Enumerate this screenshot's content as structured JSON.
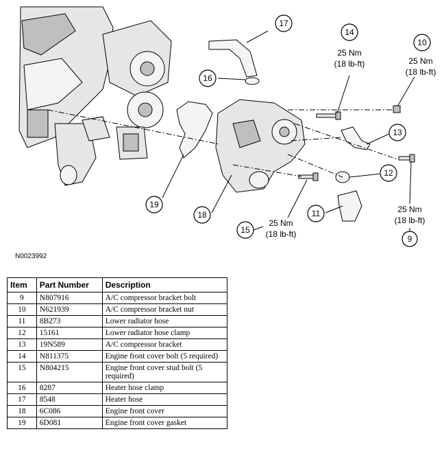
{
  "figure_id": "N0023992",
  "callouts": {
    "c9": "9",
    "c10": "10",
    "c11": "11",
    "c12": "12",
    "c13": "13",
    "c14": "14",
    "c15": "15",
    "c16": "16",
    "c17": "17",
    "c18": "18",
    "c19": "19"
  },
  "torques": {
    "t14_nm": "25 Nm",
    "t14_lb": "(18 lb-ft)",
    "t10_nm": "25 Nm",
    "t10_lb": "(18 lb-ft)",
    "t9_nm": "25 Nm",
    "t9_lb": "(18 lb-ft)",
    "t15_nm": "25 Nm",
    "t15_lb": "(18 lb-ft)"
  },
  "table": {
    "headers": {
      "item": "Item",
      "part_number": "Part Number",
      "description": "Description"
    },
    "rows": [
      {
        "item": "9",
        "part_number": "N807916",
        "description": "A/C compressor bracket bolt"
      },
      {
        "item": "10",
        "part_number": "N621939",
        "description": "A/C compressor bracket nut"
      },
      {
        "item": "11",
        "part_number": "8B273",
        "description": "Lower radiator hose"
      },
      {
        "item": "12",
        "part_number": "15161",
        "description": "Lower radiator hose clamp"
      },
      {
        "item": "13",
        "part_number": "19N589",
        "description": "A/C compressor bracket"
      },
      {
        "item": "14",
        "part_number": "N811375",
        "description": "Engine front cover bolt (5 required)"
      },
      {
        "item": "15",
        "part_number": "N804215",
        "description": "Engine front cover stud bolt (5 required)"
      },
      {
        "item": "16",
        "part_number": "8287",
        "description": "Heater hose clamp"
      },
      {
        "item": "17",
        "part_number": "8548",
        "description": "Heater hose"
      },
      {
        "item": "18",
        "part_number": "6C086",
        "description": "Engine front cover"
      },
      {
        "item": "19",
        "part_number": "6D081",
        "description": "Engine front cover gasket"
      }
    ]
  }
}
